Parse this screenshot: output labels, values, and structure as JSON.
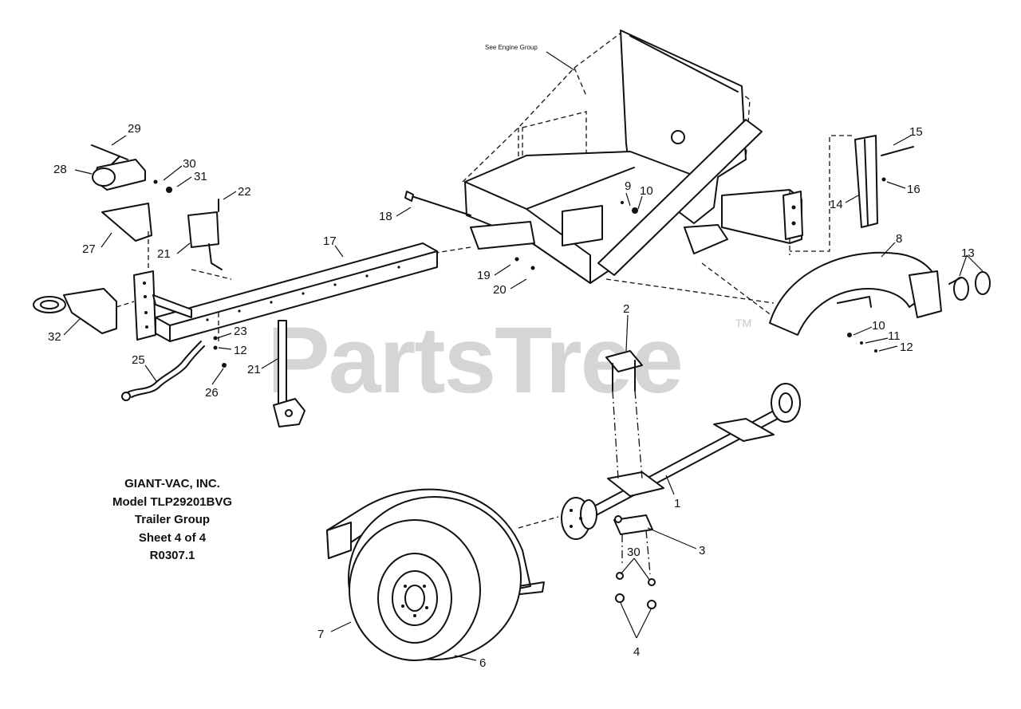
{
  "diagram": {
    "engine_group_note": "See Engine Group",
    "title_block": [
      "GIANT-VAC, INC.",
      "Model TLP29201BVG",
      "Trailer Group",
      "Sheet 4 of 4",
      "R0307.1"
    ],
    "watermark": "PartsTree",
    "watermark_mark": "TM",
    "callouts": [
      "1",
      "2",
      "3",
      "4",
      "6",
      "7",
      "8",
      "9",
      "10",
      "10",
      "11",
      "12",
      "12",
      "13",
      "14",
      "15",
      "16",
      "17",
      "18",
      "19",
      "20",
      "21",
      "21",
      "22",
      "23",
      "25",
      "26",
      "27",
      "28",
      "29",
      "30",
      "30",
      "31",
      "32"
    ]
  }
}
